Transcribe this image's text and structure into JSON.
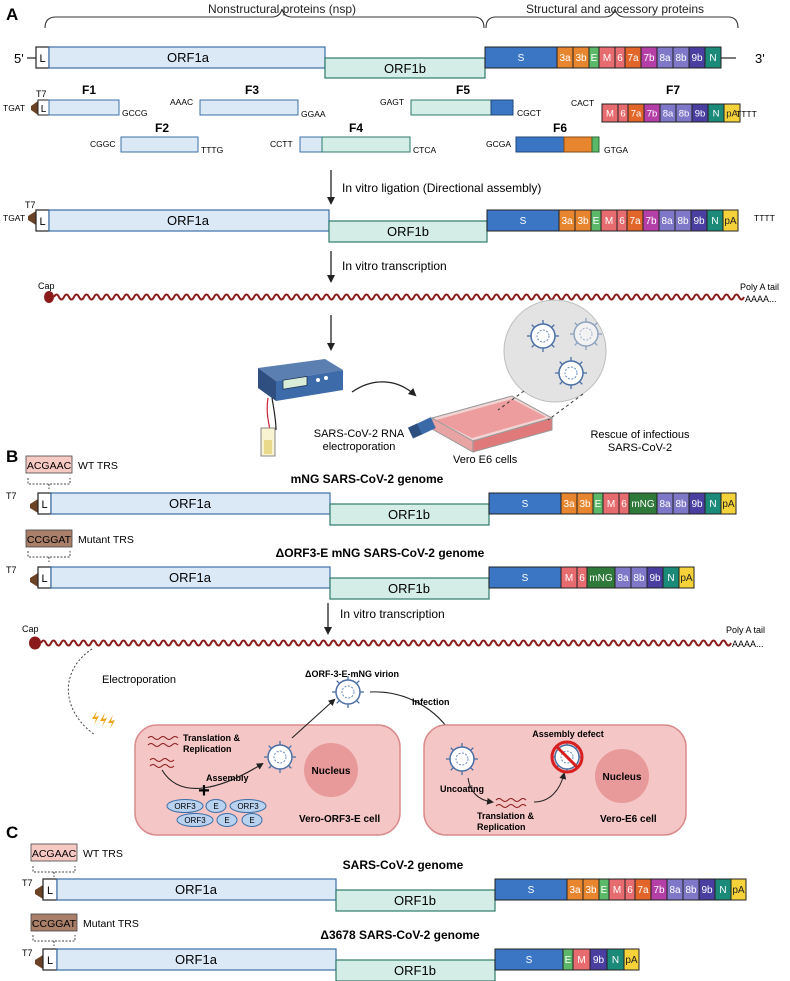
{
  "colors": {
    "orf1a": "#dbe9f7",
    "orf1a_stroke": "#3c6fa6",
    "orf1b": "#d4ede6",
    "orf1b_stroke": "#2e7a6b",
    "spike": "#3b76c4",
    "rna": "#8b1a1a",
    "cell_fill": "#f5c6c6",
    "cell_stroke": "#d98b8b",
    "nucleus": "#e89a9a",
    "trs_wt": "#f7c9c3",
    "trs_mut": "#a97f6a",
    "t7": "#6b4226"
  },
  "gene_colors": {
    "3a": "#e8852f",
    "3b": "#e8852f",
    "E": "#5bb868",
    "M": "#e76c70",
    "6": "#e76c70",
    "7a": "#e2652a",
    "7b": "#b43fa6",
    "8a": "#7f77c7",
    "8b": "#7f77c7",
    "9b": "#4a3fa0",
    "N": "#1b8a79",
    "pA": "#f6d23a",
    "mNG": "#2f7a3a"
  },
  "panels": {
    "A": "A",
    "B": "B",
    "C": "C"
  },
  "panelA": {
    "nsp_label": "Nonstructural proteins (nsp)",
    "sp_label": "Structural and accessory proteins",
    "five_prime": "5'",
    "three_prime": "3'",
    "L": "L",
    "orf1a": "ORF1a",
    "orf1b": "ORF1b",
    "S": "S",
    "T7": "T7",
    "fragments": {
      "F1": "F1",
      "F2": "F2",
      "F3": "F3",
      "F4": "F4",
      "F5": "F5",
      "F6": "F6",
      "F7": "F7",
      "tgat": "TGAT",
      "gccg": "GCCG",
      "cggc": "CGGC",
      "tttg": "TTTG",
      "aaac": "AAAC",
      "ggaa": "GGAA",
      "cctt": "CCTT",
      "ctca": "CTCA",
      "gagt": "GAGT",
      "cgct": "CGCT",
      "gcga": "GCGA",
      "gtga": "GTGA",
      "cact": "CACT",
      "tttt": "TTTT"
    },
    "step1": "In vitro ligation (Directional assembly)",
    "step2": "In vitro transcription",
    "cap": "Cap",
    "polyA": "Poly A tail",
    "aaaa": "AAAA...",
    "electro1": "SARS-CoV-2  RNA",
    "electro2": "electroporation",
    "vero": "Vero E6 cells",
    "rescue1": "Rescue of infectious",
    "rescue2": "SARS-CoV-2"
  },
  "panelB": {
    "wt_seq": "ACGAAC",
    "wt_label": "WT TRS",
    "mut_seq": "CCGGAT",
    "mut_label": "Mutant TRS",
    "title1": "mNG SARS-CoV-2 genome",
    "title2": "ΔORF3-E mNG SARS-CoV-2 genome",
    "step": "In vitro transcription",
    "cap": "Cap",
    "polyA": "Poly A tail",
    "aaaa": "AAAA...",
    "electroporation": "Electroporation",
    "virion": "ΔORF-3-E-mNG virion",
    "infection": "Infection",
    "trans1": "Translation &",
    "trans2": "Replication",
    "assembly": "Assembly",
    "plus": "+",
    "nucleus": "Nucleus",
    "cell1": "Vero-ORF3-E cell",
    "cell2": "Vero-E6 cell",
    "uncoating": "Uncoating",
    "defect": "Assembly defect",
    "orf3": "ORF3",
    "e": "E"
  },
  "panelC": {
    "wt_seq": "ACGAAC",
    "wt_label": "WT TRS",
    "mut_seq": "CCGGAT",
    "mut_label": "Mutant TRS",
    "title1": "SARS-CoV-2 genome",
    "title2": "Δ3678 SARS-CoV-2 genome"
  }
}
